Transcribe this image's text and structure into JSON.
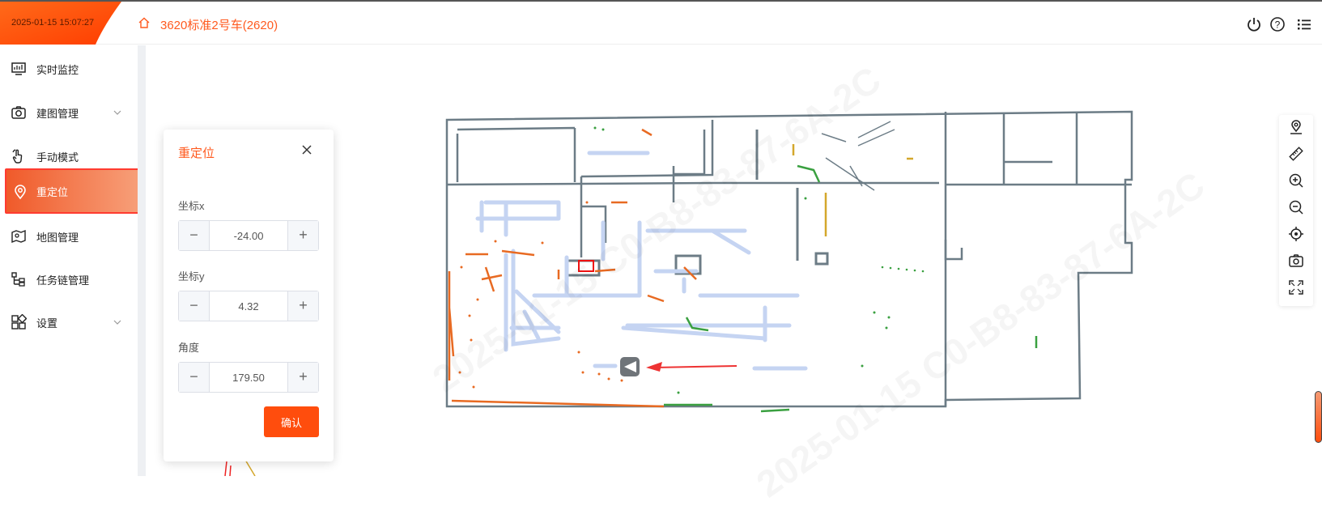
{
  "header": {
    "datetime": "2025-01-15 15:07:27",
    "vehicle_title": "3620标准2号车(2620)",
    "icons": [
      "power-icon",
      "help-icon",
      "list-menu-icon"
    ],
    "accent_color": "#ff5a1f"
  },
  "sidebar": {
    "items": [
      {
        "label": "实时监控",
        "icon": "monitor-icon"
      },
      {
        "label": "建图管理",
        "icon": "camera-icon",
        "has_submenu": true
      },
      {
        "label": "手动模式",
        "icon": "hand-icon"
      },
      {
        "label": "重定位",
        "icon": "location-pin-icon",
        "active": true
      },
      {
        "label": "地图管理",
        "icon": "map-icon"
      },
      {
        "label": "任务链管理",
        "icon": "task-chain-icon"
      },
      {
        "label": "设置",
        "icon": "settings-grid-icon",
        "has_submenu": true
      }
    ]
  },
  "panel": {
    "title": "重定位",
    "x_label": "坐标x",
    "x_value": "-24.00",
    "y_label": "坐标y",
    "y_value": "4.32",
    "angle_label": "角度",
    "angle_value": "179.50",
    "minus": "−",
    "plus": "+",
    "confirm_label": "确认"
  },
  "map_toolbar": {
    "icons": [
      "locate-user-icon",
      "ruler-icon",
      "zoom-in-icon",
      "zoom-out-icon",
      "crosshair-icon",
      "camera-snapshot-icon",
      "fullscreen-icon"
    ]
  },
  "watermark": "2025-01-15 C0-B8-83-87-6A-2C"
}
